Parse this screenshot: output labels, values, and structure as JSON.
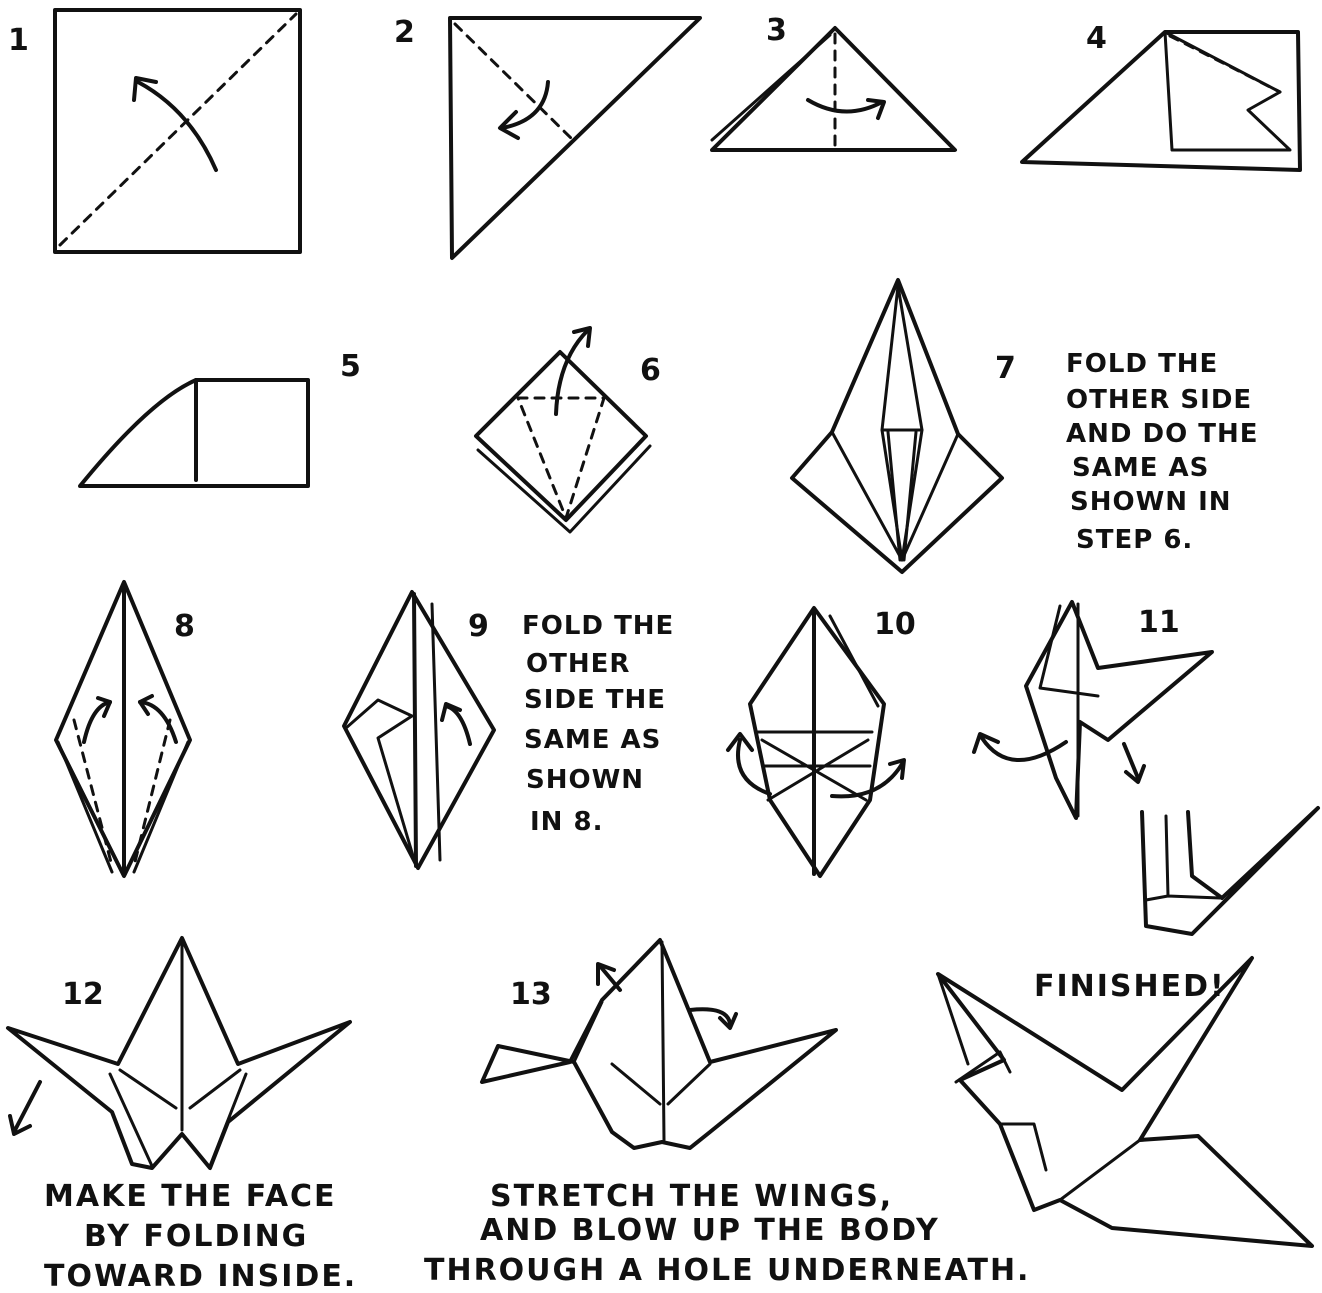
{
  "colors": {
    "ink": "#111111",
    "background": "#ffffff"
  },
  "steps": {
    "s1": "1",
    "s2": "2",
    "s3": "3",
    "s4": "4",
    "s5": "5",
    "s6": "6",
    "s7": "7",
    "s8": "8",
    "s9": "9",
    "s10": "10",
    "s11": "11",
    "s12": "12",
    "s13": "13"
  },
  "notes": {
    "step7": [
      "FOLD THE",
      "OTHER SIDE",
      "AND DO THE",
      "SAME AS",
      "SHOWN IN",
      "STEP 6."
    ],
    "step9": [
      "FOLD THE",
      "OTHER",
      "SIDE THE",
      "SAME AS",
      "SHOWN",
      "IN 8."
    ],
    "step12": [
      "MAKE THE FACE",
      "BY FOLDING",
      "TOWARD INSIDE."
    ],
    "step13": [
      "STRETCH THE WINGS,",
      "AND BLOW UP THE BODY",
      "THROUGH A HOLE UNDERNEATH."
    ],
    "finished": "FINISHED!"
  }
}
